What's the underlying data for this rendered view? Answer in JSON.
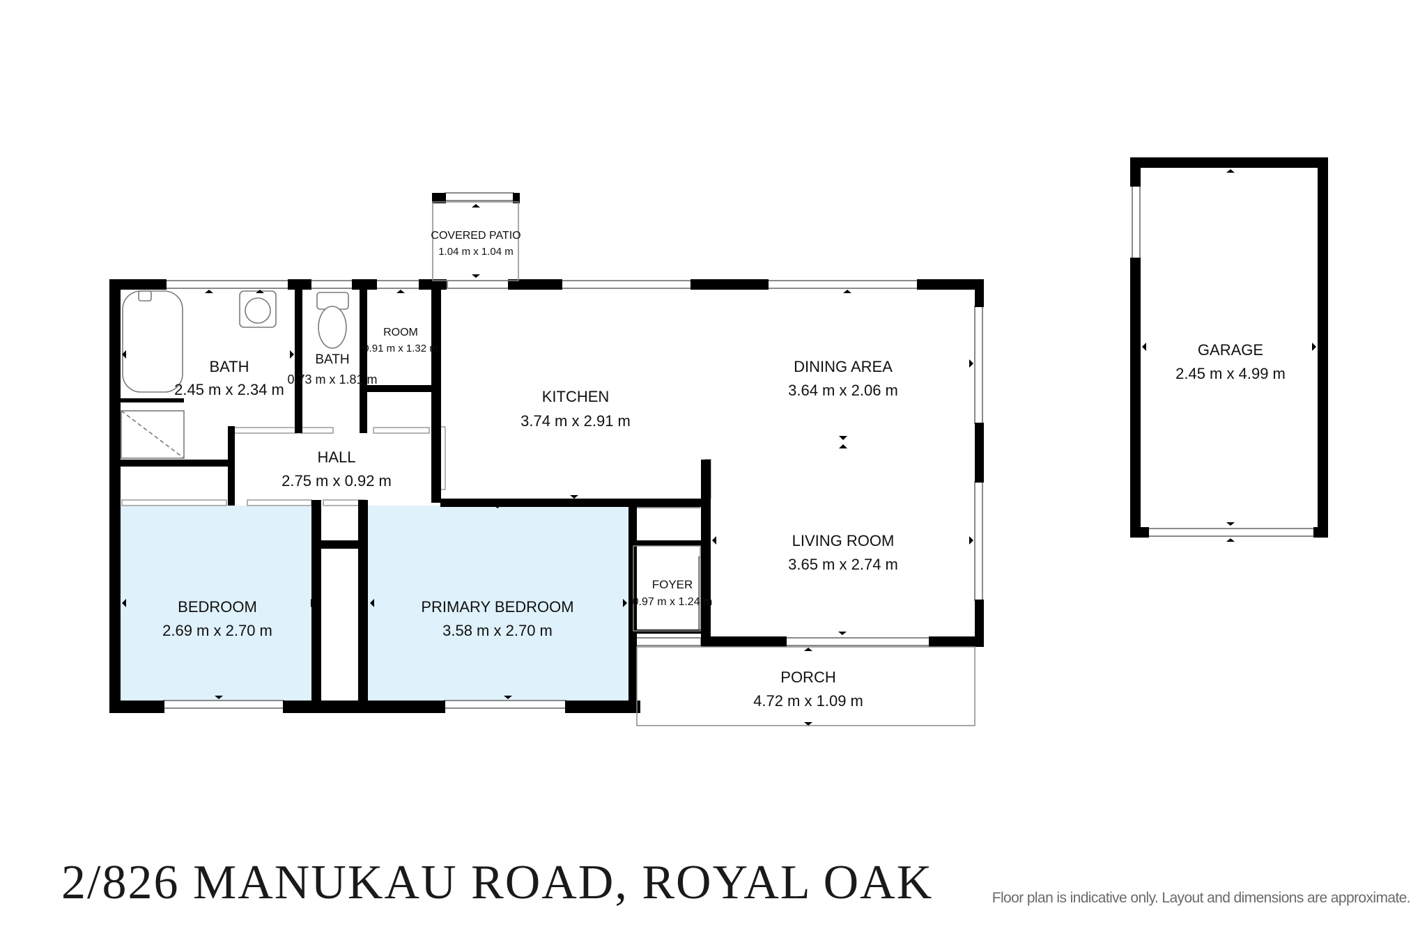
{
  "address": "2/826 MANUKAU ROAD, ROYAL OAK",
  "disclaimer": "Floor plan is indicative only. Layout and dimensions are approximate.",
  "colors": {
    "wall": "#000000",
    "bedroom_fill": "#dff1fb",
    "floor": "#ffffff",
    "window": "#9a9a9a"
  },
  "rooms": {
    "bath_main": {
      "name": "BATH",
      "dims": "2.45 m x 2.34 m"
    },
    "bath_small": {
      "name": "BATH",
      "dims": "0.73 m x 1.81 m"
    },
    "room": {
      "name": "ROOM",
      "dims": "0.91 m x 1.32 m"
    },
    "covered_patio": {
      "name": "COVERED PATIO",
      "dims": "1.04 m x 1.04 m"
    },
    "kitchen": {
      "name": "KITCHEN",
      "dims": "3.74 m x 2.91 m"
    },
    "dining_area": {
      "name": "DINING AREA",
      "dims": "3.64 m x 2.06 m"
    },
    "hall": {
      "name": "HALL",
      "dims": "2.75 m x 0.92 m"
    },
    "living_room": {
      "name": "LIVING ROOM",
      "dims": "3.65 m x 2.74 m"
    },
    "foyer": {
      "name": "FOYER",
      "dims": "0.97 m x 1.24 m"
    },
    "bedroom": {
      "name": "BEDROOM",
      "dims": "2.69 m x 2.70 m"
    },
    "primary_bedroom": {
      "name": "PRIMARY BEDROOM",
      "dims": "3.58 m x 2.70 m"
    },
    "porch": {
      "name": "PORCH",
      "dims": "4.72 m x 1.09 m"
    },
    "garage": {
      "name": "GARAGE",
      "dims": "2.45 m x 4.99 m"
    }
  }
}
